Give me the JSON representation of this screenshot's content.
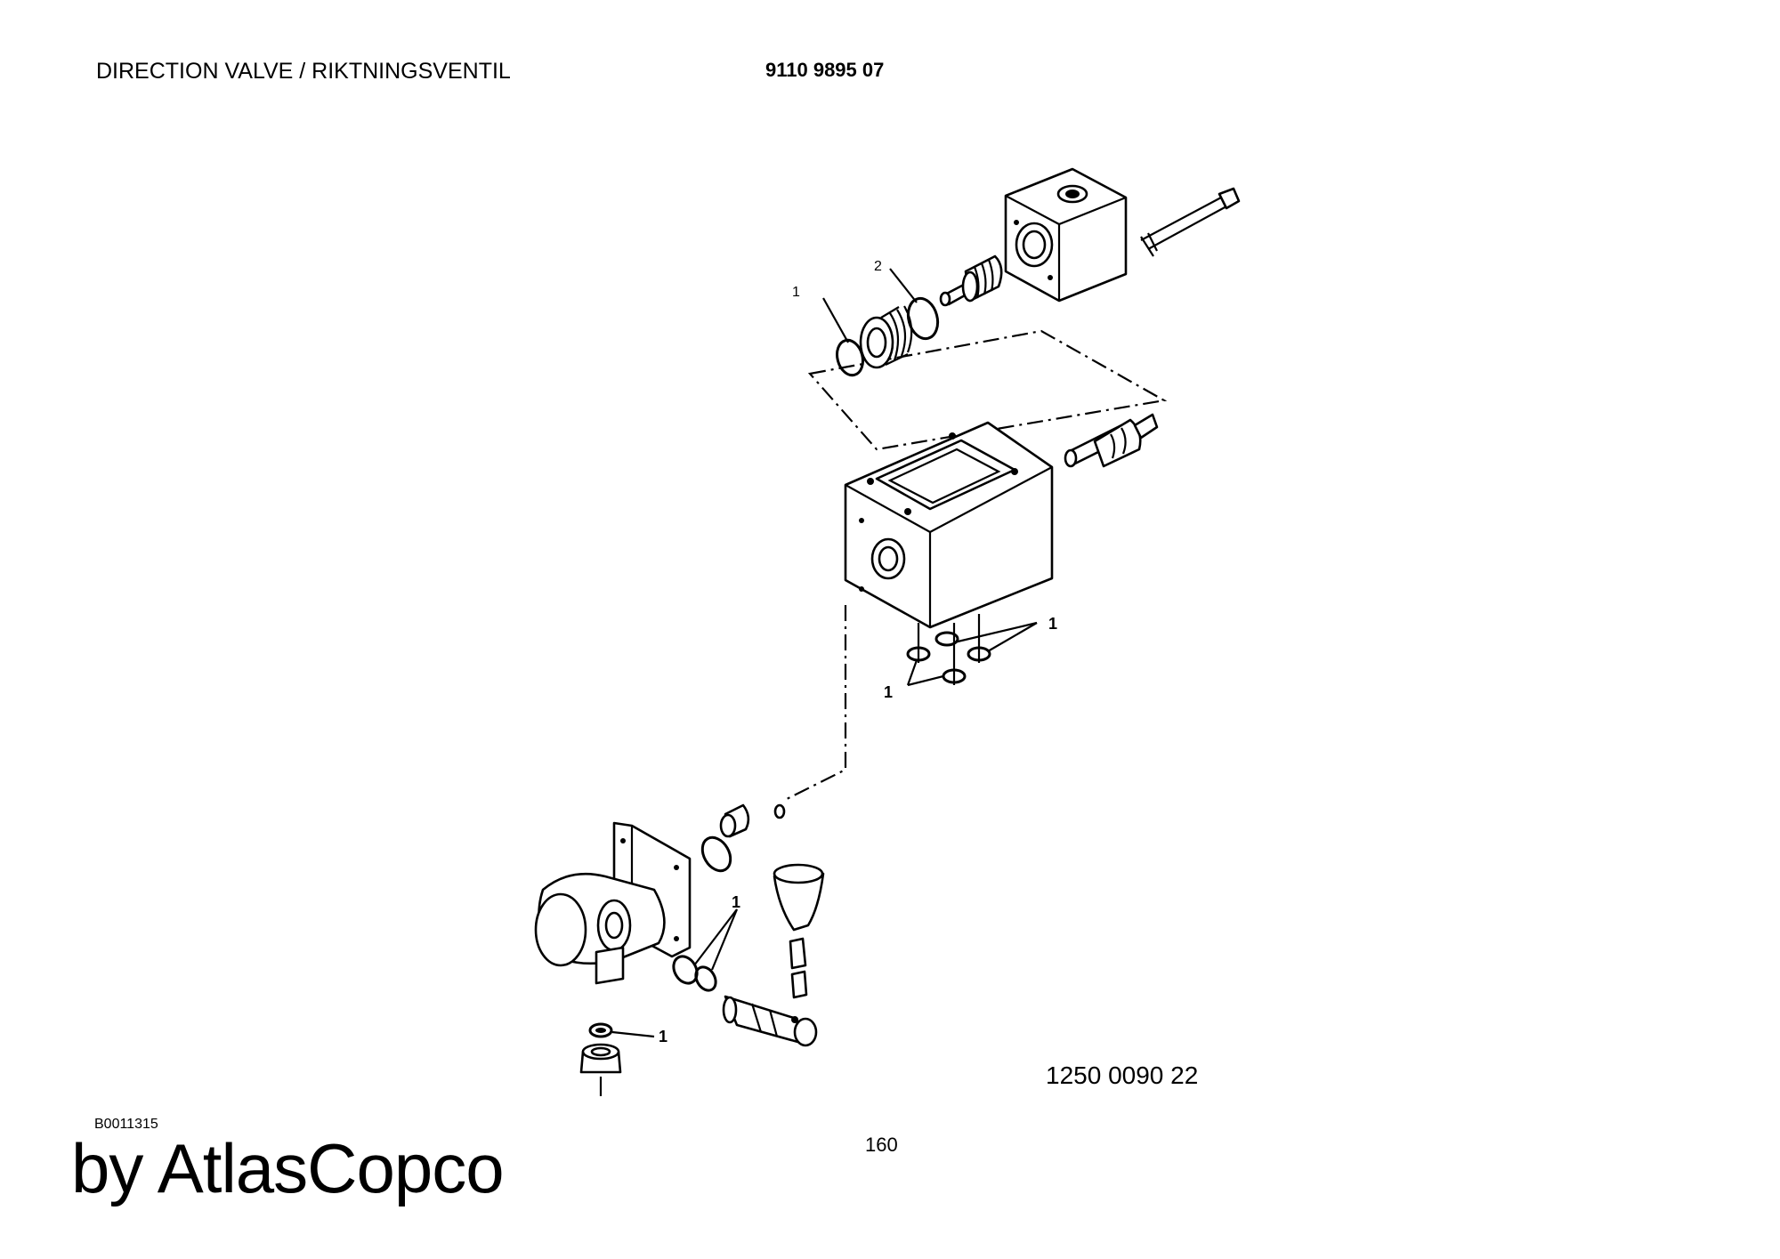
{
  "header": {
    "title": "DIRECTION VALVE / RIKTNINGSVENTIL",
    "part_number": "9110 9895 07"
  },
  "drawing": {
    "number": "1250 0090 22",
    "callouts": {
      "o_ring_small": "1",
      "o_ring_spool": "2",
      "bottom_seals_right": "1",
      "bottom_seals_left": "1",
      "lever_seals": "1",
      "plug_seal": "1"
    }
  },
  "footer": {
    "ref_code": "B0011315",
    "page": "160",
    "brand": "by AtlasCopco"
  }
}
